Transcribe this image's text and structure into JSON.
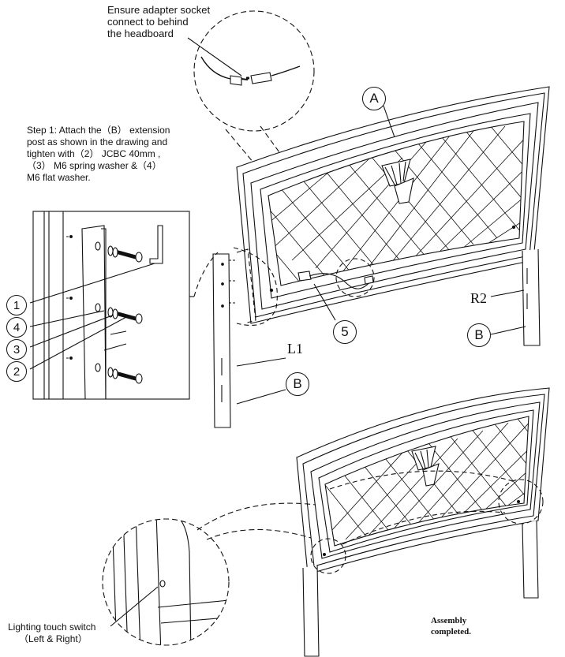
{
  "adapter_note": [
    "Ensure adapter socket",
    "connect to behind",
    "the headboard"
  ],
  "step1": [
    "Step 1: Attach the（B） extension",
    "post as shown in the drawing and",
    "tighten with（2） JCBC 40mm ,",
    "（3） M6 spring washer &（4）",
    "M6 flat washer."
  ],
  "callouts": {
    "A": "A",
    "B_right": "B",
    "B_left": "B",
    "R2": "R2",
    "L1": "L1",
    "n1": "1",
    "n2": "2",
    "n3": "3",
    "n4": "4",
    "n5": "5"
  },
  "switch_note": [
    "Lighting touch switch",
    "（Left & Right）"
  ],
  "completed": [
    "Assembly",
    "completed."
  ],
  "colors": {
    "line": "#111111",
    "background": "#ffffff"
  }
}
